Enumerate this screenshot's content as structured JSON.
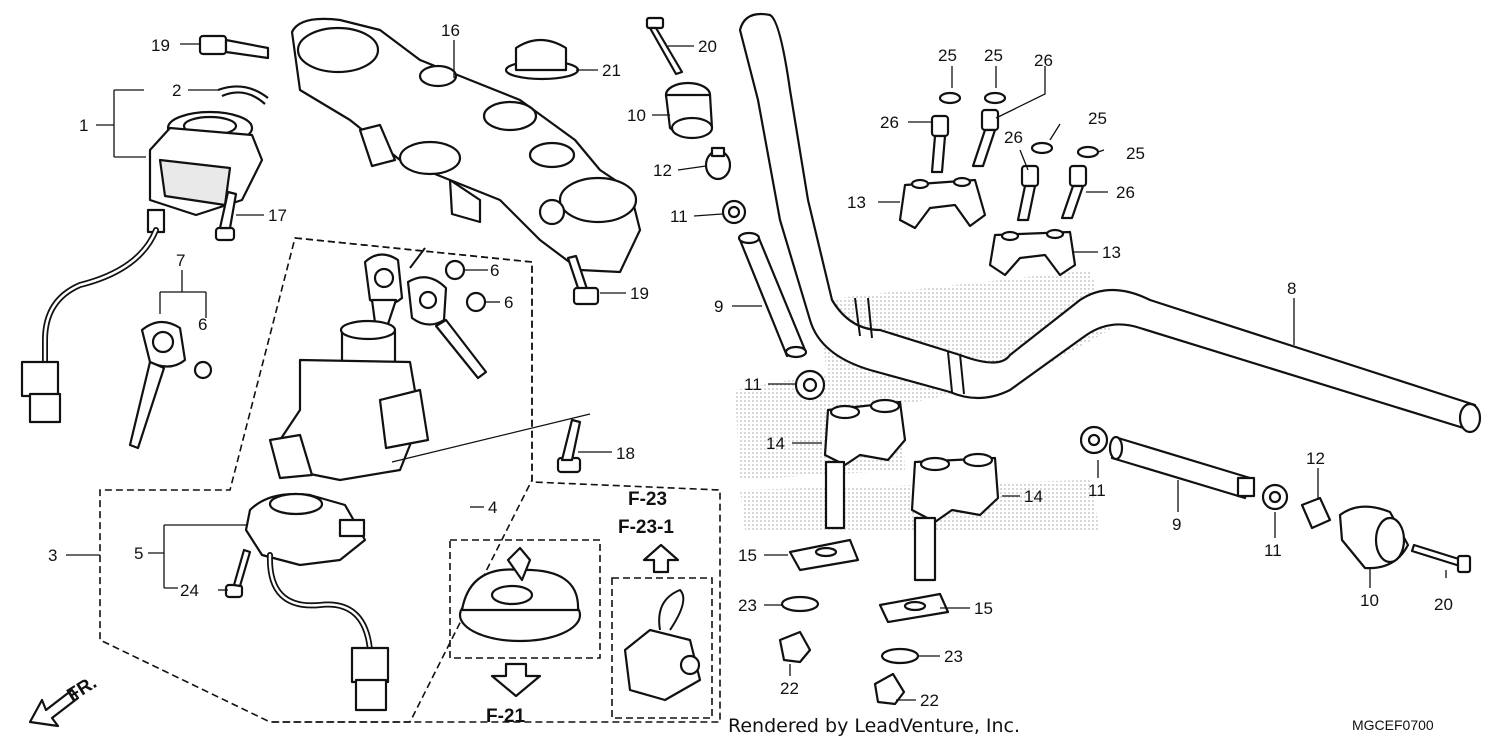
{
  "callouts": [
    {
      "id": "c19a",
      "text": "19"
    },
    {
      "id": "c2",
      "text": "2"
    },
    {
      "id": "c1",
      "text": "1"
    },
    {
      "id": "c16",
      "text": "16"
    },
    {
      "id": "c20a",
      "text": "20"
    },
    {
      "id": "c21",
      "text": "21"
    },
    {
      "id": "c10a",
      "text": "10"
    },
    {
      "id": "c12a",
      "text": "12"
    },
    {
      "id": "c11a",
      "text": "11"
    },
    {
      "id": "c17",
      "text": "17"
    },
    {
      "id": "c7",
      "text": "7"
    },
    {
      "id": "c6a",
      "text": "6"
    },
    {
      "id": "c6b",
      "text": "6"
    },
    {
      "id": "c6c",
      "text": "6"
    },
    {
      "id": "c19b",
      "text": "19"
    },
    {
      "id": "c9a",
      "text": "9"
    },
    {
      "id": "c11b",
      "text": "11"
    },
    {
      "id": "c18",
      "text": "18"
    },
    {
      "id": "c14a",
      "text": "14"
    },
    {
      "id": "c14b",
      "text": "14"
    },
    {
      "id": "c15a",
      "text": "15"
    },
    {
      "id": "c15b",
      "text": "15"
    },
    {
      "id": "c23a",
      "text": "23"
    },
    {
      "id": "c23b",
      "text": "23"
    },
    {
      "id": "c22a",
      "text": "22"
    },
    {
      "id": "c22b",
      "text": "22"
    },
    {
      "id": "c25a",
      "text": "25"
    },
    {
      "id": "c25b",
      "text": "25"
    },
    {
      "id": "c25c",
      "text": "25"
    },
    {
      "id": "c25d",
      "text": "25"
    },
    {
      "id": "c26a",
      "text": "26"
    },
    {
      "id": "c26b",
      "text": "26"
    },
    {
      "id": "c26c",
      "text": "26"
    },
    {
      "id": "c26d",
      "text": "26"
    },
    {
      "id": "c13a",
      "text": "13"
    },
    {
      "id": "c13b",
      "text": "13"
    },
    {
      "id": "c8",
      "text": "8"
    },
    {
      "id": "c11c",
      "text": "11"
    },
    {
      "id": "c9b",
      "text": "9"
    },
    {
      "id": "c11d",
      "text": "11"
    },
    {
      "id": "c12b",
      "text": "12"
    },
    {
      "id": "c10b",
      "text": "10"
    },
    {
      "id": "c20b",
      "text": "20"
    },
    {
      "id": "c3",
      "text": "3"
    },
    {
      "id": "c5",
      "text": "5"
    },
    {
      "id": "c24",
      "text": "24"
    },
    {
      "id": "c4",
      "text": "4"
    }
  ],
  "references": {
    "f23": "F-23",
    "f231": "F-23-1",
    "f21": "F-21"
  },
  "front_marker": "FR.",
  "credit": "Rendered by LeadVenture, Inc.",
  "diagram_code": "MGCEF0700"
}
